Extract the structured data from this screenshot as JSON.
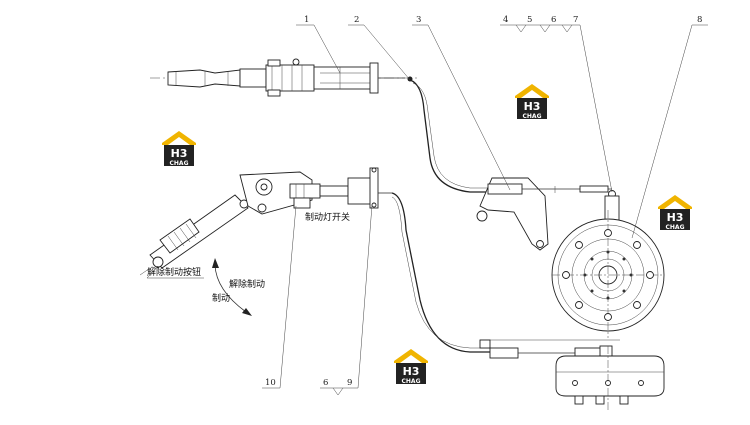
{
  "part_numbers": [
    "1",
    "2",
    "3",
    "4",
    "5",
    "6",
    "7",
    "8",
    "10",
    "6",
    "9"
  ],
  "labels": {
    "release_button": "解除制动按钮",
    "release_brake": "解除制动",
    "brake": "制动",
    "brake_light_switch": "制动灯开关"
  },
  "watermark": {
    "logo_text": "H3",
    "brand_text": "CHAG",
    "colors": {
      "roof": "#f0b400",
      "body": "#222222",
      "text": "#ffffff"
    }
  }
}
